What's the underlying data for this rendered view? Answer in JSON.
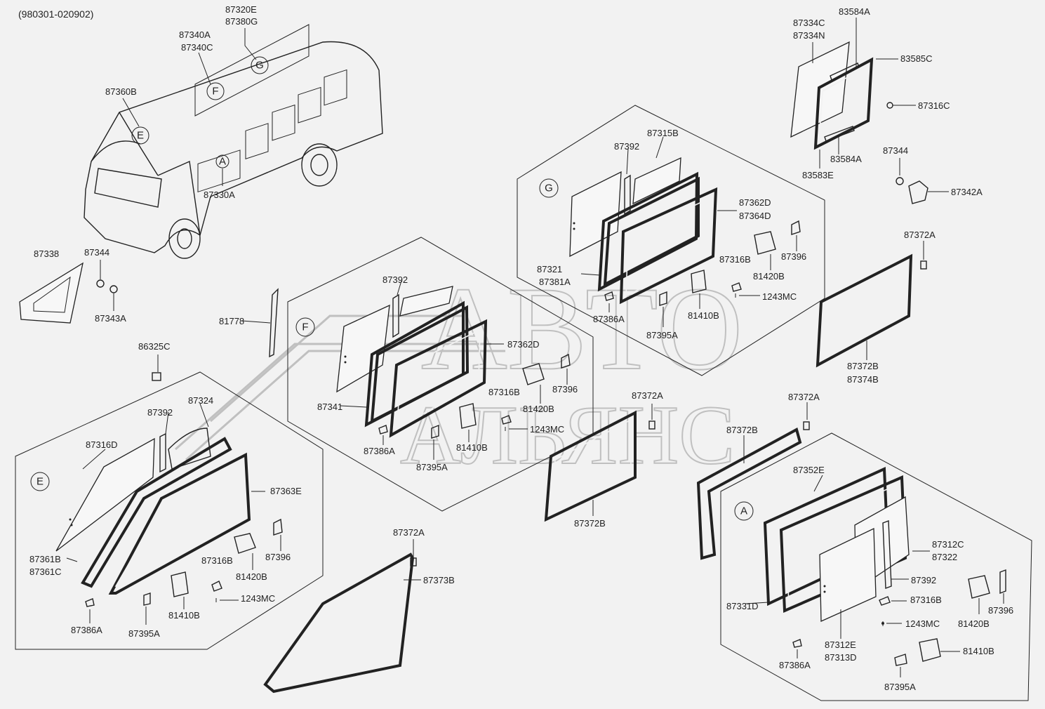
{
  "header": {
    "ref_code": "(980301-020902)"
  },
  "watermark": {
    "line1": "АВТО",
    "line2": "АЛЬЯНС"
  },
  "callouts": [
    "A",
    "E",
    "F",
    "G"
  ],
  "labels": {
    "bus": [
      "87320E",
      "87380G",
      "87340A",
      "87340C",
      "87360B",
      "87330A"
    ],
    "left_parts": [
      "87338",
      "87344",
      "87343A",
      "81778",
      "86325C"
    ],
    "group_E": [
      "87392",
      "87324",
      "87316D",
      "87363E",
      "87361B",
      "87361C",
      "87396",
      "87316B",
      "81420B",
      "1243MC",
      "81410B",
      "87386A",
      "87395A"
    ],
    "seal_E": [
      "87372A",
      "87373B"
    ],
    "group_F": [
      "87392",
      "87362D",
      "87341",
      "87316B",
      "81420B",
      "87396",
      "1243MC",
      "81410B",
      "87386A",
      "87395A"
    ],
    "seal_F": [
      "87372A",
      "87372B"
    ],
    "group_G": [
      "87392",
      "87315B",
      "87362D",
      "87364D",
      "87321",
      "87381A",
      "87316B",
      "87396",
      "81420B",
      "1243MC",
      "81410B",
      "87386A",
      "87395A"
    ],
    "top_right": [
      "87334C",
      "87334N",
      "83584A",
      "83585C",
      "87316C",
      "83584A",
      "83583E",
      "87344",
      "87342A"
    ],
    "seal_right": [
      "87372A",
      "87372B",
      "87374B"
    ],
    "group_A": [
      "87372A",
      "87372B",
      "87352E",
      "87312C",
      "87322",
      "87392",
      "87316B",
      "87396",
      "1243MC",
      "81420B",
      "87331D",
      "87312E",
      "87313D",
      "81410B",
      "87386A",
      "87395A"
    ]
  }
}
